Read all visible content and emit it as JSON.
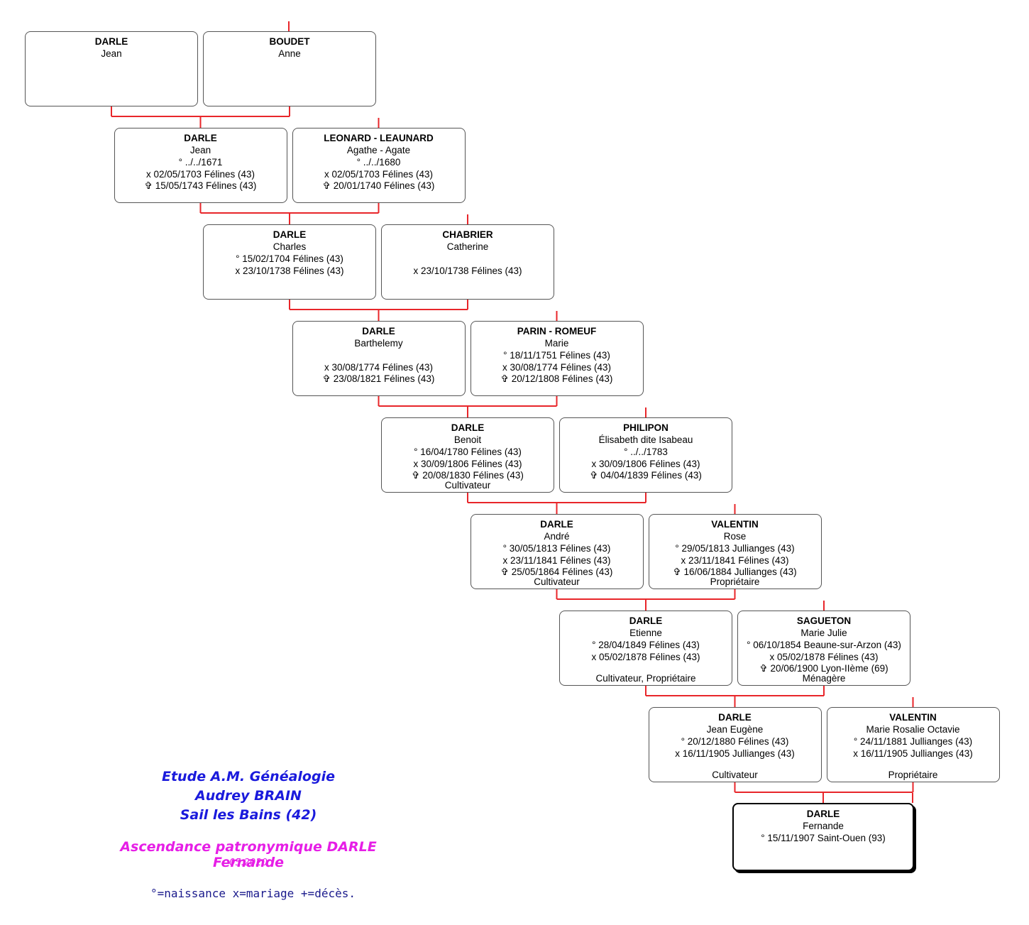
{
  "line_color": "#e8262a",
  "credit": {
    "line1": "Etude A.M. Généalogie",
    "line2": "Audrey BRAIN",
    "line3": "Sail les Bains (42)",
    "title": "Ascendance patronymique DARLE Fernande",
    "date": "05.2020",
    "legend": "°=naissance  x=mariage  +=décès."
  },
  "people": [
    {
      "surname": "DARLE",
      "first": "Jean",
      "events": [],
      "job": ""
    },
    {
      "surname": "BOUDET",
      "first": "Anne",
      "events": [],
      "job": ""
    },
    {
      "surname": "DARLE",
      "first": "Jean",
      "events": [
        "° ../../1671",
        "x 02/05/1703 Félines (43)",
        "✞ 15/05/1743 Félines (43)"
      ],
      "job": ""
    },
    {
      "surname": "LEONARD - LEAUNARD",
      "first": "Agathe - Agate",
      "events": [
        "° ../../1680",
        "x 02/05/1703 Félines (43)",
        "✞ 20/01/1740 Félines (43)"
      ],
      "job": ""
    },
    {
      "surname": "DARLE",
      "first": "Charles",
      "events": [
        "° 15/02/1704 Félines (43)",
        "x 23/10/1738 Félines (43)"
      ],
      "job": ""
    },
    {
      "surname": "CHABRIER",
      "first": "Catherine",
      "events": [
        "",
        "x 23/10/1738 Félines (43)"
      ],
      "job": ""
    },
    {
      "surname": "DARLE",
      "first": "Barthelemy",
      "events": [
        "",
        "x 30/08/1774 Félines (43)",
        "✞ 23/08/1821 Félines (43)"
      ],
      "job": ""
    },
    {
      "surname": "PARIN - ROMEUF",
      "first": "Marie",
      "events": [
        "° 18/11/1751 Félines (43)",
        "x 30/08/1774 Félines (43)",
        "✞ 20/12/1808 Félines (43)"
      ],
      "job": ""
    },
    {
      "surname": "DARLE",
      "first": "Benoit",
      "events": [
        "° 16/04/1780 Félines (43)",
        "x 30/09/1806 Félines (43)",
        "✞ 20/08/1830 Félines (43)"
      ],
      "job": "Cultivateur"
    },
    {
      "surname": "PHILIPON",
      "first": "Élisabeth dite Isabeau",
      "events": [
        "° ../../1783",
        "x 30/09/1806 Félines (43)",
        "✞ 04/04/1839 Félines (43)"
      ],
      "job": ""
    },
    {
      "surname": "DARLE",
      "first": "André",
      "events": [
        "° 30/05/1813 Félines (43)",
        "x 23/11/1841 Félines (43)",
        "✞ 25/05/1864 Félines (43)"
      ],
      "job": "Cultivateur"
    },
    {
      "surname": "VALENTIN",
      "first": "Rose",
      "events": [
        "° 29/05/1813 Jullianges (43)",
        "x 23/11/1841 Félines (43)",
        "✞ 16/06/1884 Jullianges (43)"
      ],
      "job": "Propriétaire"
    },
    {
      "surname": "DARLE",
      "first": "Etienne",
      "events": [
        "° 28/04/1849 Félines (43)",
        "x 05/02/1878 Félines (43)"
      ],
      "job": "Cultivateur, Propriétaire"
    },
    {
      "surname": "SAGUETON",
      "first": "Marie Julie",
      "events": [
        "° 06/10/1854 Beaune-sur-Arzon (43)",
        "x 05/02/1878 Félines (43)",
        "✞ 20/06/1900 Lyon-IIème (69)"
      ],
      "job": "Ménagère"
    },
    {
      "surname": "DARLE",
      "first": "Jean Eugène",
      "events": [
        "° 20/12/1880 Félines (43)",
        "x 16/11/1905 Jullianges (43)"
      ],
      "job": "Cultivateur"
    },
    {
      "surname": "VALENTIN",
      "first": "Marie Rosalie Octavie",
      "events": [
        "° 24/11/1881 Jullianges (43)",
        "x 16/11/1905 Jullianges (43)"
      ],
      "job": "Propriétaire"
    },
    {
      "surname": "DARLE",
      "first": "Fernande",
      "events": [
        "° 15/11/1907 Saint-Ouen (93)"
      ],
      "job": ""
    }
  ]
}
